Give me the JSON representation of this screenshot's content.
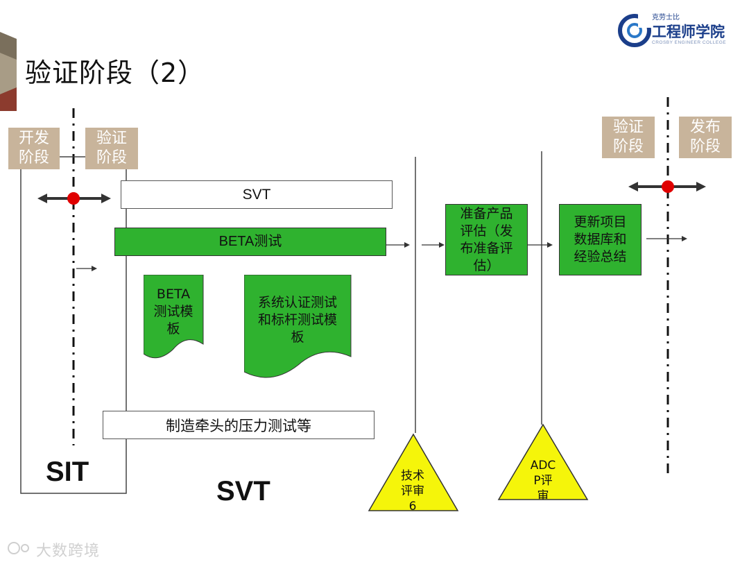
{
  "slide": {
    "title": "验证阶段（2）"
  },
  "stages": {
    "left_dev": "开发\n阶段",
    "left_verify": "验证\n阶段",
    "right_verify": "验证\n阶段",
    "right_release": "发布\n阶段"
  },
  "boxes": {
    "svt_bar": "SVT",
    "beta_bar": "BETA测试",
    "pressure_bar": "制造牵头的压力测试等",
    "prepare_eval": "准备产品\n评估（发\n布准备评\n估）",
    "update_db": "更新项目\n数据库和\n经验总结"
  },
  "documents": {
    "beta_template": "BETA\n测试模\n板",
    "system_template": "系统认证测试\n和标杆测试模\n板"
  },
  "reviews": {
    "tech_review": "技术\n评审\n6",
    "adcp_review": "ADC\nP评\n审"
  },
  "regions": {
    "sit": "SIT",
    "svt": "SVT"
  },
  "logo": {
    "top_text": "克劳士比",
    "main_text": "工程师学院",
    "sub_text": "CROSBY ENGINEER COLLEGE"
  },
  "watermark": "大数跨境",
  "colors": {
    "stage_tag": "#c8b49b",
    "green": "#2fb22f",
    "marker": "#e00000",
    "review": "#f5f50a"
  }
}
